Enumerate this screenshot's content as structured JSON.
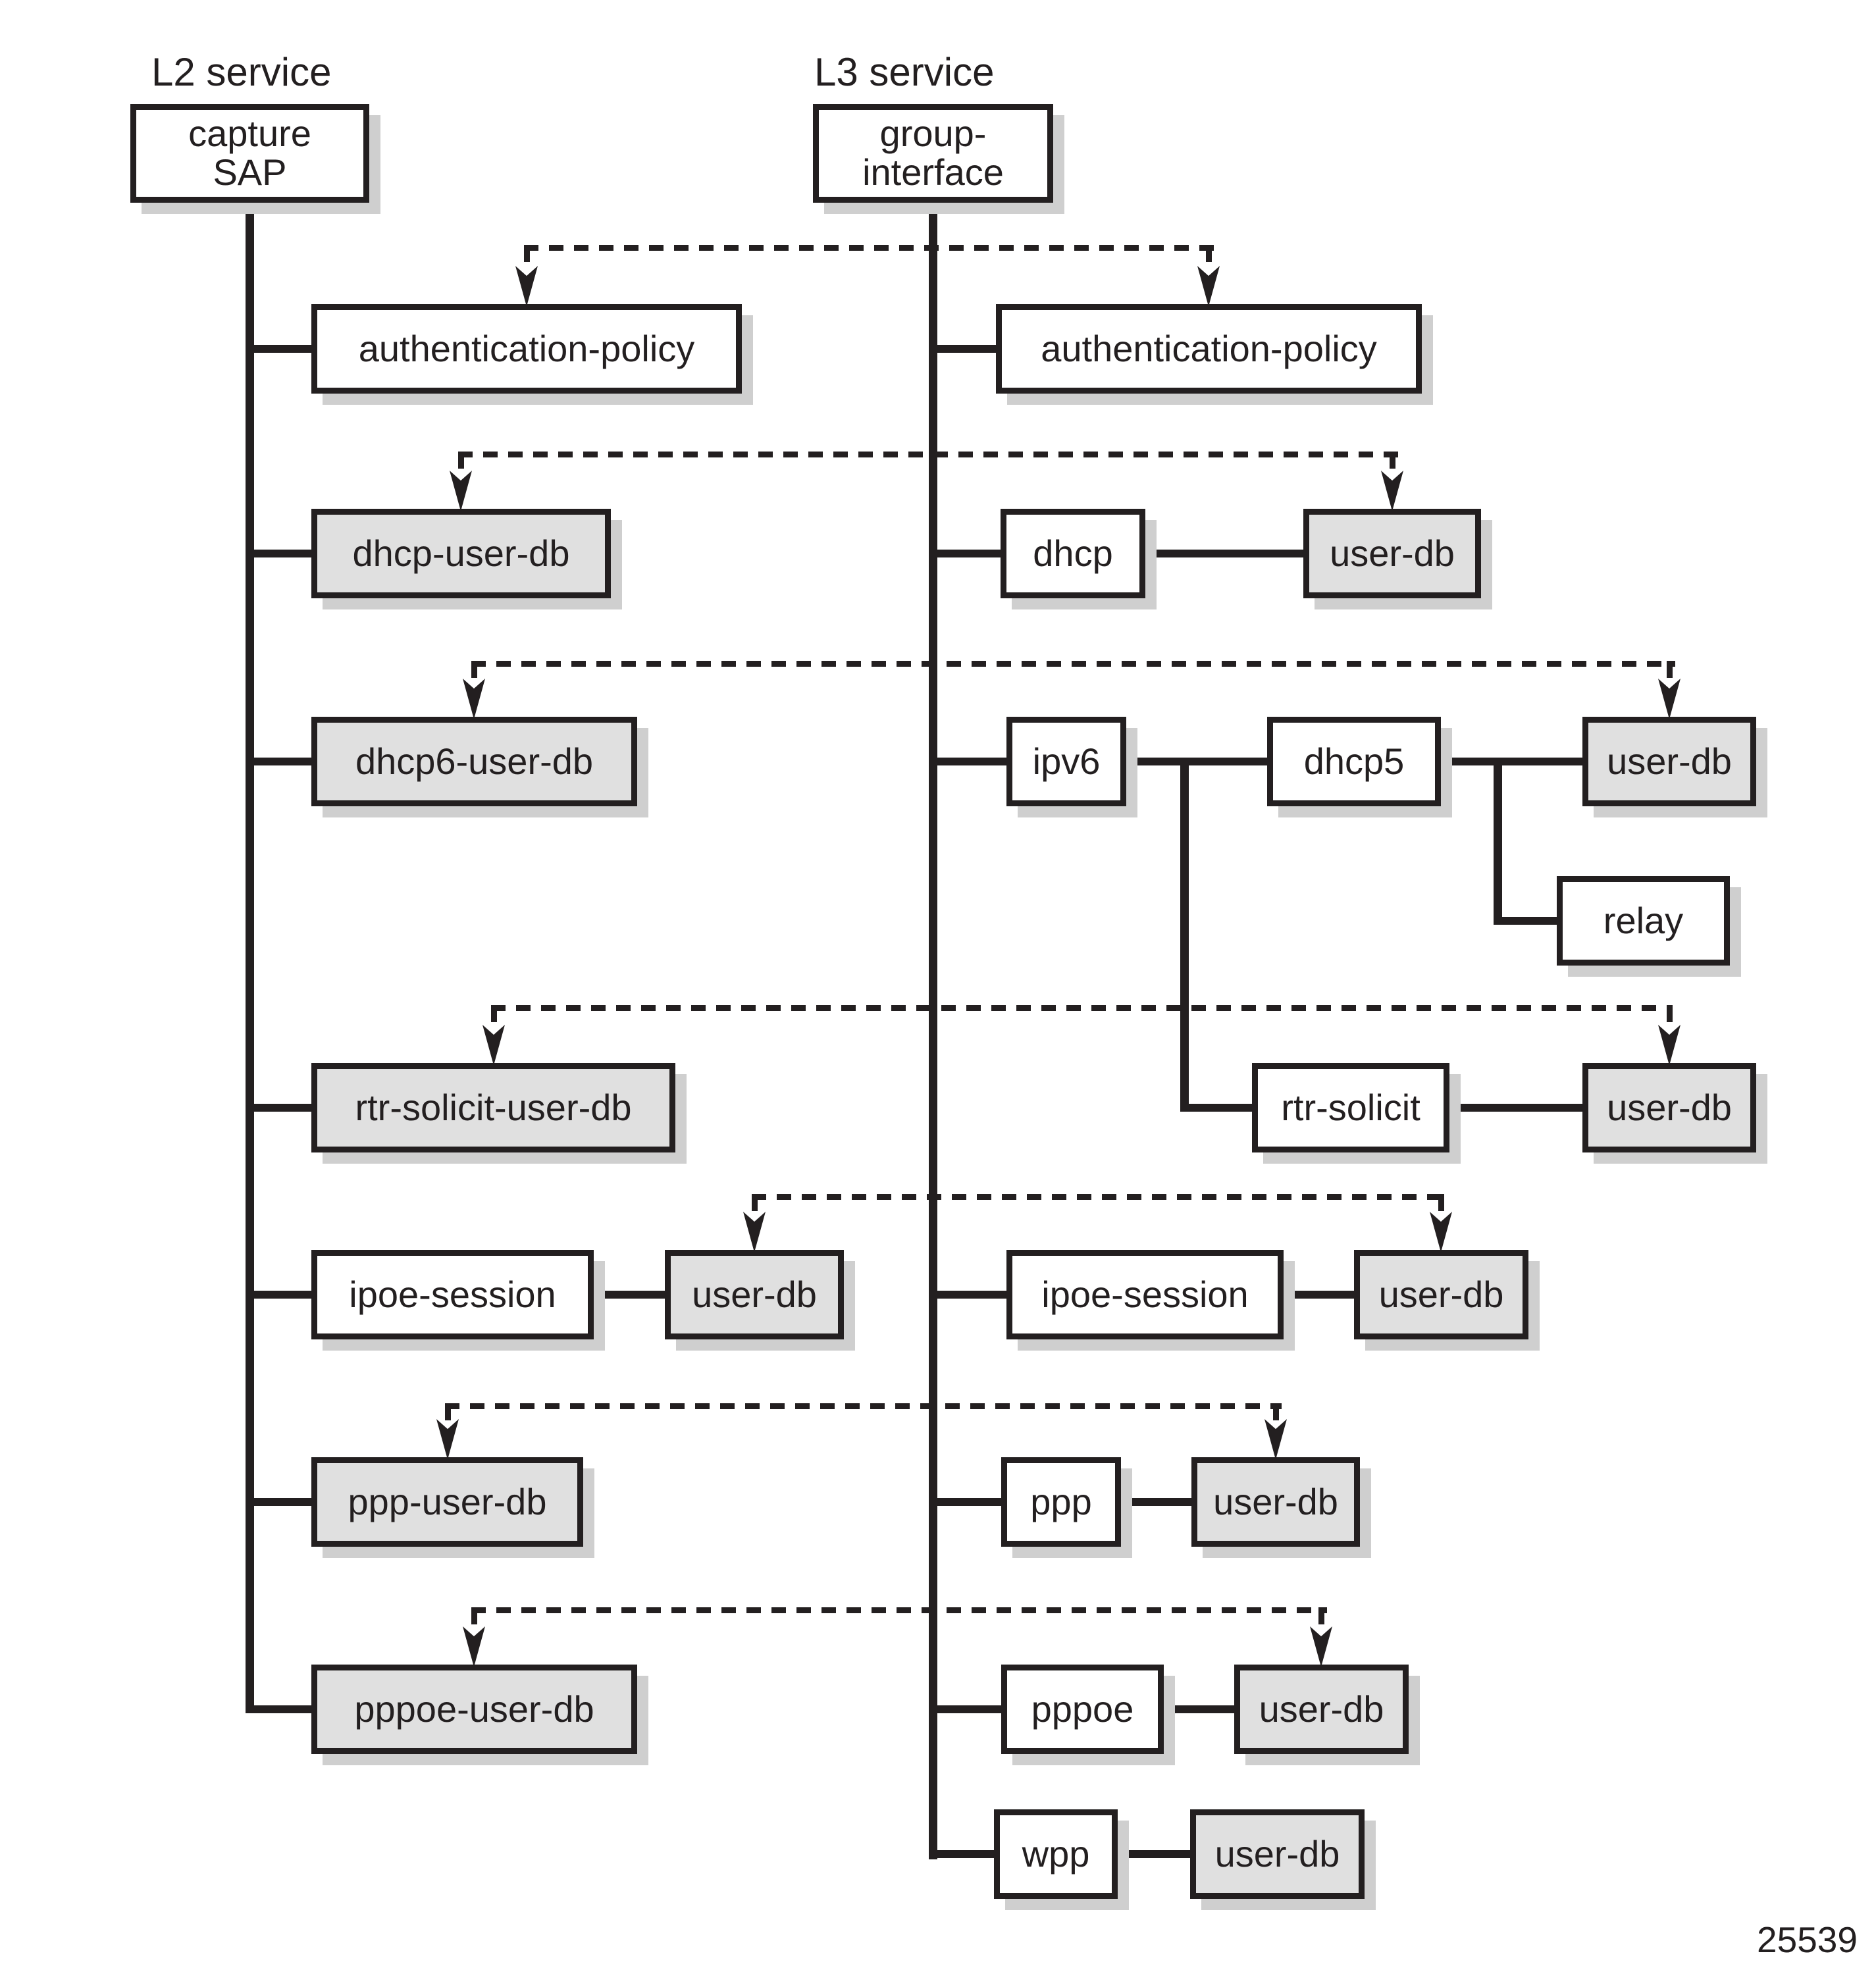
{
  "columns": {
    "l2_label": "L2 service",
    "l3_label": "L3 service"
  },
  "figure_number": "25539",
  "colors": {
    "line": "#231f20",
    "boxgray": "#e0e0e0",
    "boxwhite": "#ffffff",
    "shadow": "#cfcfcf"
  },
  "nodes": {
    "capture_sap": "capture\nSAP",
    "group_interface": "group-\ninterface",
    "l2_authentication_policy": "authentication-policy",
    "l2_dhcp_user_db": "dhcp-user-db",
    "l2_dhcp6_user_db": "dhcp6-user-db",
    "l2_rtr_solicit_user_db": "rtr-solicit-user-db",
    "l2_ipoe_session": "ipoe-session",
    "l2_ipoe_user_db": "user-db",
    "l2_ppp_user_db": "ppp-user-db",
    "l2_pppoe_user_db": "pppoe-user-db",
    "l3_authentication_policy": "authentication-policy",
    "l3_dhcp": "dhcp",
    "l3_dhcp_user_db": "user-db",
    "l3_ipv6": "ipv6",
    "l3_dhcp5": "dhcp5",
    "l3_dhcp5_user_db": "user-db",
    "l3_relay": "relay",
    "l3_rtr_solicit": "rtr-solicit",
    "l3_rtr_solicit_user_db": "user-db",
    "l3_ipoe_session": "ipoe-session",
    "l3_ipoe_user_db": "user-db",
    "l3_ppp": "ppp",
    "l3_ppp_user_db": "user-db",
    "l3_pppoe": "pppoe",
    "l3_pppoe_user_db": "user-db",
    "l3_wpp": "wpp",
    "l3_wpp_user_db": "user-db"
  }
}
